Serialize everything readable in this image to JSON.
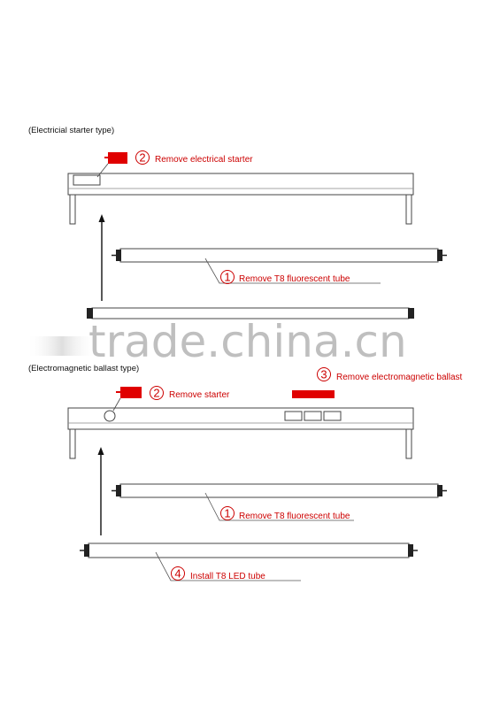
{
  "section1": {
    "title": "(Electricial starter type)",
    "step_starter": {
      "num": "2",
      "label": "Remove electrical starter"
    },
    "step_tube": {
      "num": "1",
      "label": "Remove T8 fluorescent tube"
    }
  },
  "section2": {
    "title": "(Electromagnetic ballast  type)",
    "step_starter": {
      "num": "2",
      "label": "Remove starter"
    },
    "step_ballast": {
      "num": "3",
      "label": "Remove electromagnetic ballast"
    },
    "step_tube": {
      "num": "1",
      "label": "Remove T8 fluorescent tube"
    },
    "step_led": {
      "num": "4",
      "label": "Install T8 LED tube"
    }
  },
  "watermark": "trade.china.cn",
  "colors": {
    "accent_red": "#e00000",
    "label_red": "#cc0000",
    "line": "#444444"
  }
}
